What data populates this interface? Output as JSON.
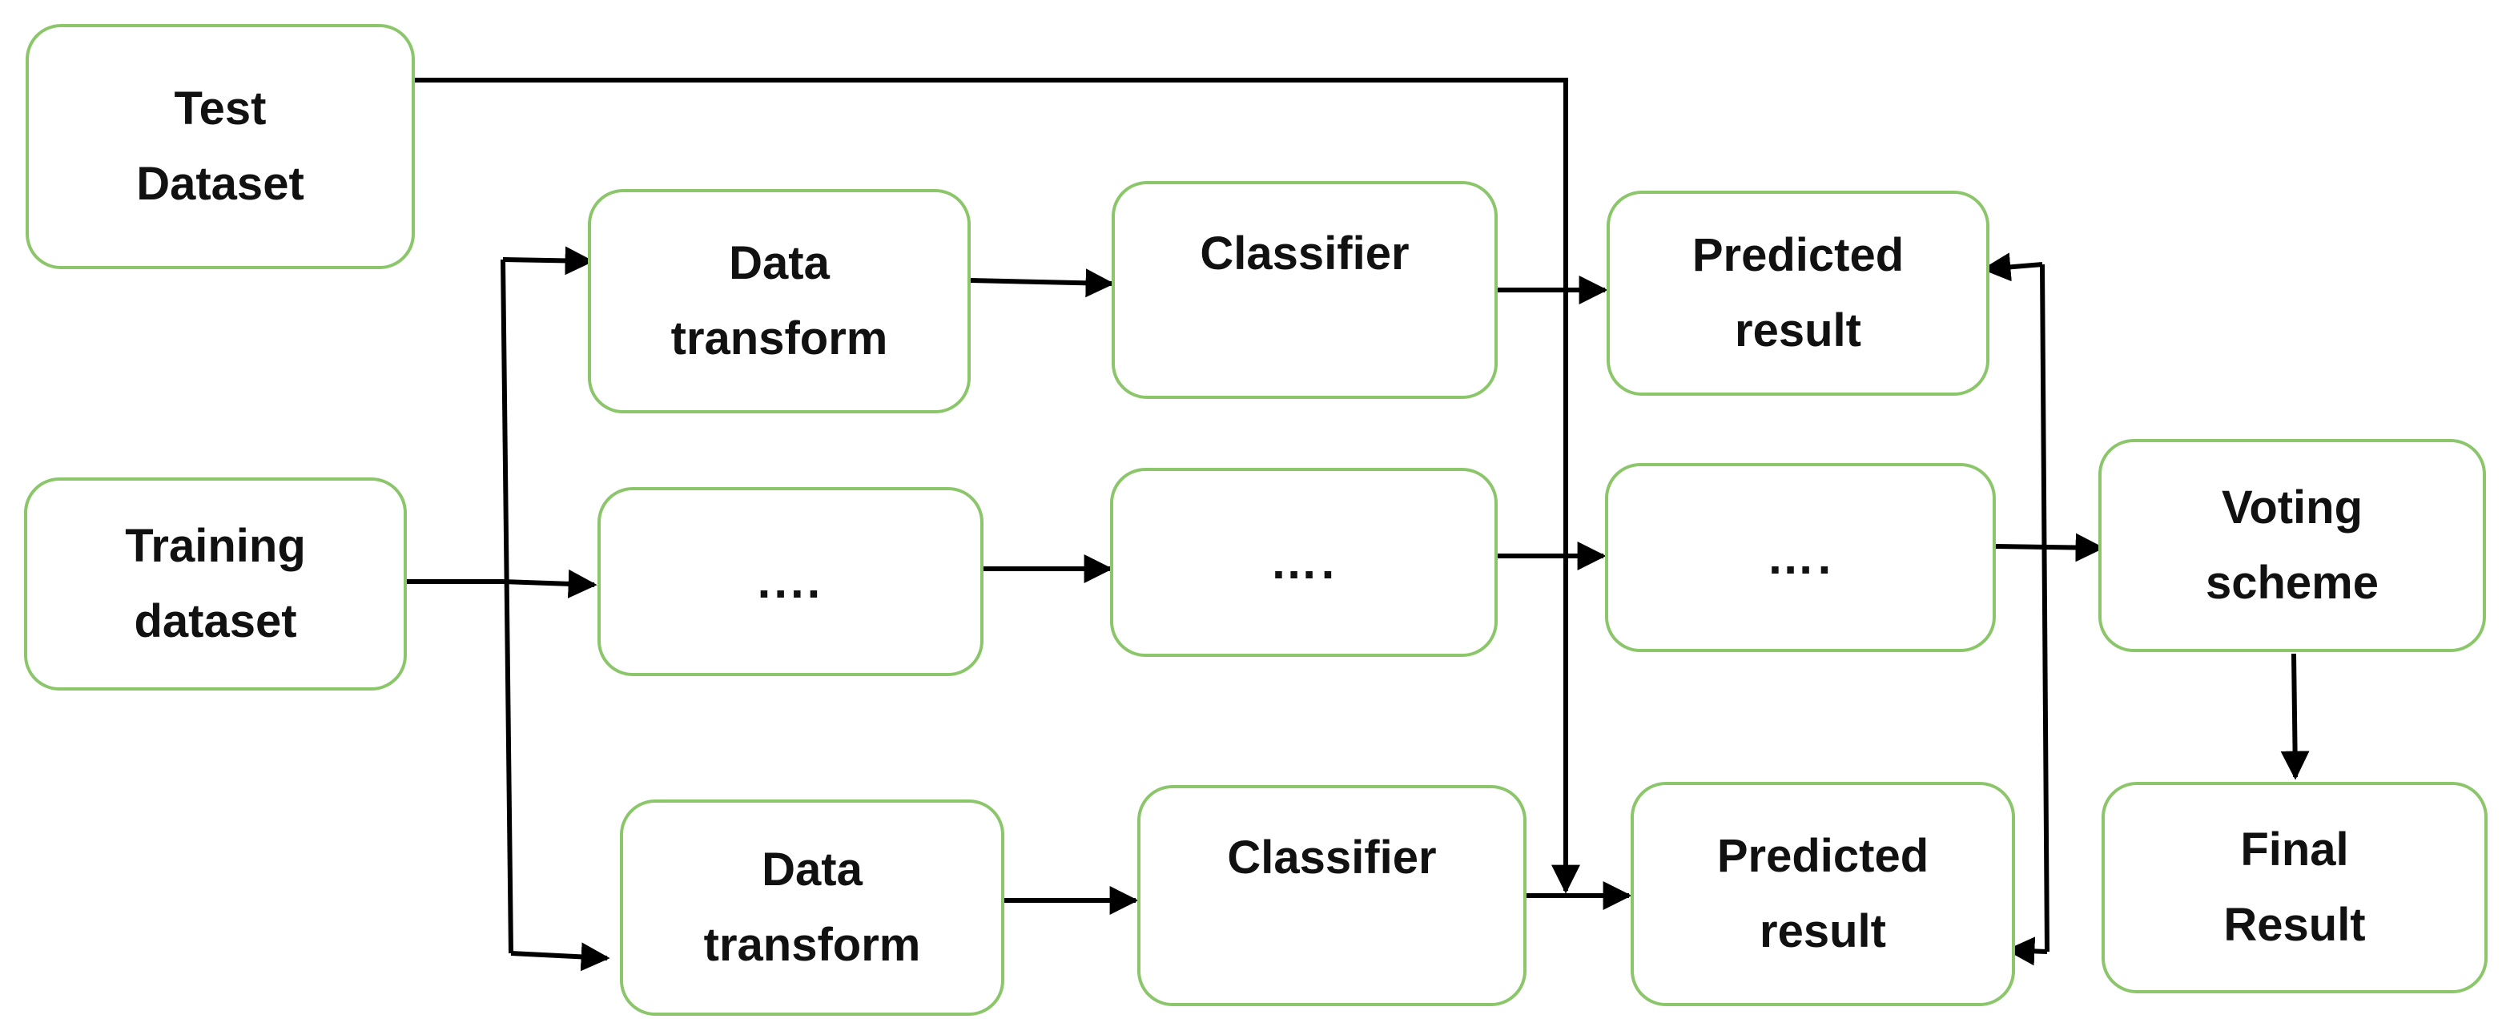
{
  "colors": {
    "box_border": "#8cc66b",
    "text": "#111111",
    "arrow": "#000000",
    "background": "#ffffff"
  },
  "nodes": {
    "test_dataset": {
      "line1": "Test",
      "line2": "Dataset"
    },
    "training_dataset": {
      "line1": "Training",
      "line2": "dataset"
    },
    "transform_top": {
      "line1": "Data",
      "line2": "transform"
    },
    "transform_mid": {
      "line1": "...."
    },
    "transform_bottom": {
      "line1": "Data",
      "line2": "transform"
    },
    "classifier_top": {
      "line1": "Classifier"
    },
    "classifier_mid": {
      "line1": "…."
    },
    "classifier_bottom": {
      "line1": "Classifier"
    },
    "result_top": {
      "line1": "Predicted",
      "line2": "result"
    },
    "result_mid": {
      "line1": "…."
    },
    "result_bottom": {
      "line1": "Predicted",
      "line2": "result"
    },
    "voting_scheme": {
      "line1": "Voting",
      "line2": "scheme"
    },
    "final_result": {
      "line1": "Final",
      "line2": "Result"
    }
  }
}
